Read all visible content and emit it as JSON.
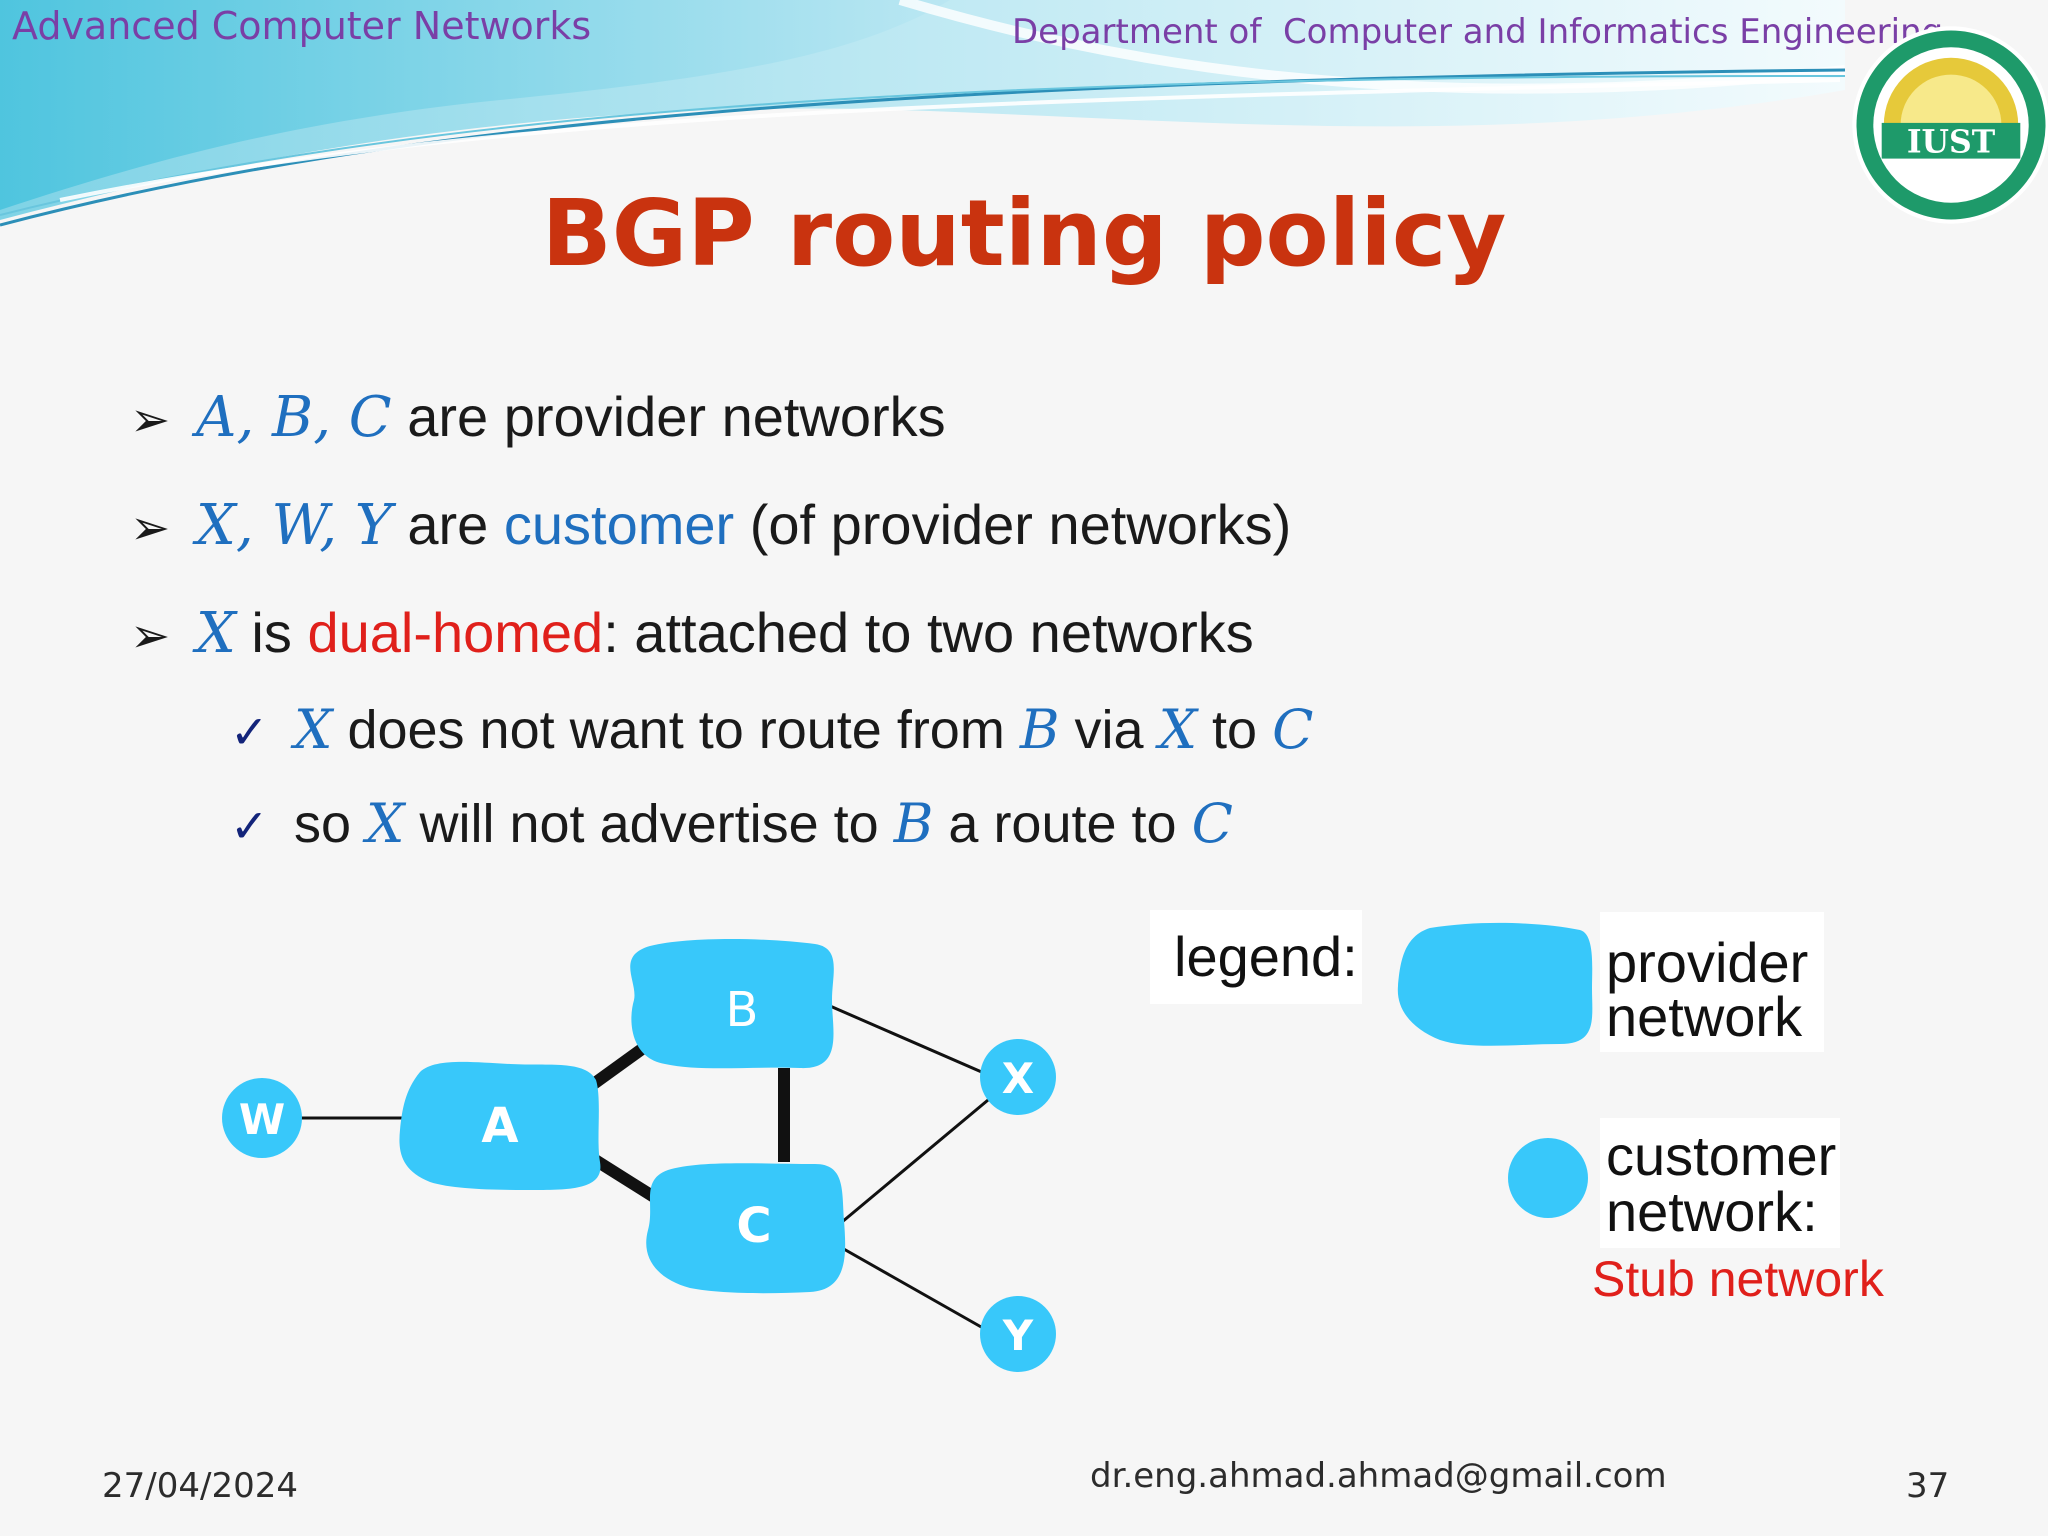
{
  "header": {
    "course": "Advanced Computer Networks",
    "department": "Department of  Computer and Informatics Engineering",
    "logo_text": "IUST"
  },
  "title": "BGP routing policy",
  "bullets": [
    {
      "math": "A, B, C",
      "text": " are provider networks"
    },
    {
      "math": "X, W, Y",
      "text_1": " are ",
      "highlight": "customer",
      "text_2": " (of provider networks)"
    },
    {
      "math": "X",
      "text_1": " is ",
      "highlight": "dual-homed",
      "text_2": ": attached to two networks"
    }
  ],
  "sub_bullets": [
    {
      "m1": "X",
      "t1": " does not want to route from ",
      "m2": "B",
      "t2": " via ",
      "m3": "X",
      "t3": " to ",
      "m4": "C"
    },
    {
      "t0": "so ",
      "m1": "X",
      "t1": " will not advertise to ",
      "m2": "B",
      "t2": " a route to ",
      "m3": "C"
    }
  ],
  "diagram": {
    "nodes": {
      "A": "A",
      "B": "B",
      "C": "C",
      "W": "W",
      "X": "X",
      "Y": "Y"
    },
    "node_color": "#38c8fa"
  },
  "legend": {
    "label": "legend:",
    "provider_line1": "provider",
    "provider_line2": "network",
    "customer_line1": "customer",
    "customer_line2": "network:",
    "stub": "Stub network"
  },
  "footer": {
    "date": "27/04/2024",
    "email": "dr.eng.ahmad.ahmad@gmail.com",
    "page": "37"
  },
  "colors": {
    "title": "#c9330f",
    "math": "#1f6fbf",
    "highlight_red": "#e0201b",
    "header_text": "#7a3fa6"
  }
}
